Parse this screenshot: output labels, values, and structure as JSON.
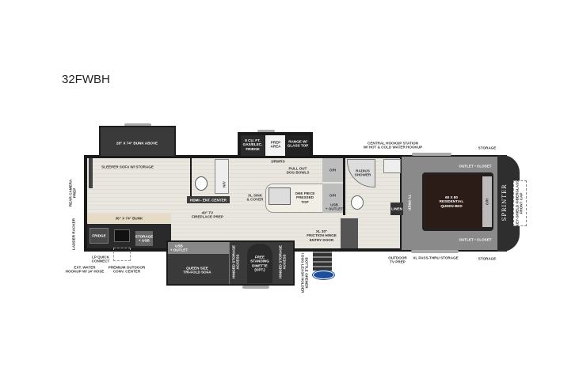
{
  "title": "32FWBH",
  "labels": {
    "bunk_above": "28\" X 74\" BUNK ABOVE",
    "sleeper_sofa": "SLEEPER SOFA W/ STORAGE",
    "rear_camera": "REAR CAMERA\nPREP",
    "ladder_racker": "LADDER RACKER",
    "bunk": "36\" X 74\" BUNK",
    "fridge_small": "FRIDGE",
    "storage_usb": "STORAGE\n+ USB",
    "lp": "LP QUICK\nCONNECT",
    "ext_water": "EXT. WATER\nHOOKUP W/ 14' HOSE",
    "conv_center": "PREMIUM OUTDOOR\nCONV. CENTER",
    "hdmi": "HDMI - ENT. CENTER",
    "tv_fireplace": "40\" TV\nFIREPLACE PREP",
    "usb_outlet_left": "USB\n+ OUTLET",
    "sofa": "QUEEN SIZE\nTRI-FOLD SOFA",
    "hinged1": "HINGED STORAGE\nACCESS",
    "dinette": "FREE\nSTANDING\nDINETTE\n(OPT.)",
    "hinged2": "HINGED STORAGE\nACCESS",
    "fridge": "8 CU. FT.\nGAS/ELEC.\nFRIDGE",
    "prep": "PREP\nAREA",
    "range": "RANGE W/\nGLASS TOP",
    "drwrs": "DRWRS",
    "dog_bowls": "PULL OUT\nDOG BOWLS",
    "sink": "XL SINK\n& COVER",
    "top": "ONE PIECE\nPRESSED\nTOP",
    "oh1": "O/H",
    "oh2": "O/H",
    "usb_outlet_kitchen": "USB\n+ OUTLET",
    "entry": "XL 30\"\nFRICTION HINGE\nENTRY DOOR",
    "bottle": "BOTTLE OPENER\n/ DOG LEASH HOLDER",
    "shower": "RADIUS\nSHOWER",
    "hookup": "CENTRAL HOOKUP STATION\nW/ HOT & COLD WATER HOOKUP",
    "linen": "LINEN",
    "tv_prep": "TV PREP",
    "outdoor_tv": "OUTDOOR\nTV PREP",
    "pass_thru": "XL PASS-THRU STORAGE",
    "storage_top": "STORAGE",
    "storage_bottom": "STORAGE",
    "outlet_closet_top": "OUTLET • CLOSET",
    "outlet_closet_bottom": "OUTLET • CLOSET",
    "bed": "60 X 80\nRESIDENTIAL\nQUEEN BED",
    "oh3": "O/H",
    "sprinter": "SPRINTER",
    "front_cap": "KEY-SHIELD FIBERGLASS\nFRONT CAP",
    "nv": "N/V"
  }
}
